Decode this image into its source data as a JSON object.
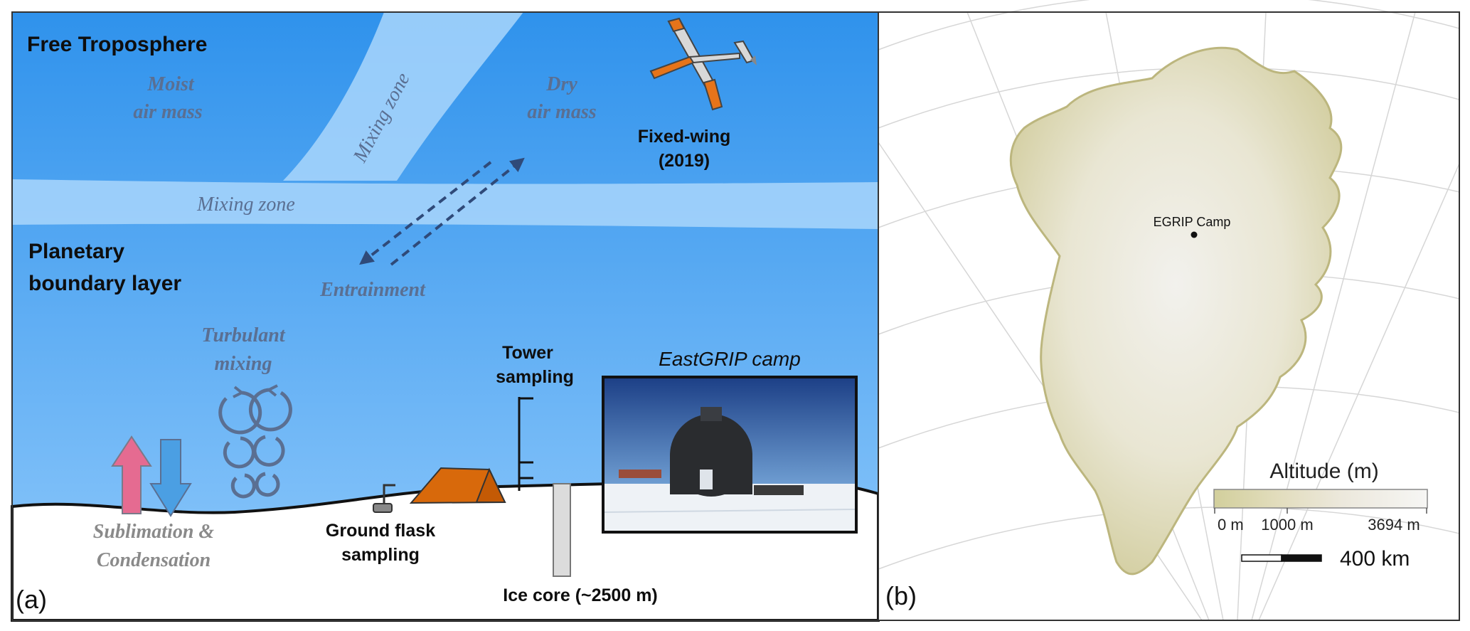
{
  "panel_a": {
    "label": "(a)",
    "free_troposphere": "Free Troposphere",
    "moist_line1": "Moist",
    "moist_line2": "air mass",
    "dry_line1": "Dry",
    "dry_line2": "air mass",
    "mixing_zone_diag": "Mixing zone",
    "mixing_zone_horiz": "Mixing zone",
    "fixed_wing_line1": "Fixed-wing",
    "fixed_wing_line2": "(2019)",
    "pbl_line1": "Planetary",
    "pbl_line2": "boundary layer",
    "entrainment": "Entrainment",
    "turbulent_line1": "Turbulant",
    "turbulent_line2": "mixing",
    "sublimation_line1": "Sublimation &",
    "sublimation_line2": "Condensation",
    "ground_line1": "Ground flask",
    "ground_line2": "sampling",
    "tower_line1": "Tower",
    "tower_line2": "sampling",
    "camp_title": "EastGRIP camp",
    "ice_core": "Ice core (~2500 m)",
    "colors": {
      "sky_top": "#2f92ec",
      "sky_bottom": "#8fc9fb",
      "mixing_band": "#a9d6fb",
      "text_blue": "#5a6f92",
      "arrow_pink": "#e56b91",
      "arrow_blue": "#4b9fe3",
      "tent": "#d8690b",
      "plane_orange": "#e6741a"
    }
  },
  "panel_b": {
    "label": "(b)",
    "camp_label": "EGRIP Camp",
    "legend_title": "Altitude (m)",
    "legend_ticks": [
      "0 m",
      "1000 m",
      "3694 m"
    ],
    "scale_label": "400 km",
    "colors": {
      "low": "#cfcc96",
      "mid": "#e7e3d2",
      "high": "#f4f4f2"
    }
  }
}
